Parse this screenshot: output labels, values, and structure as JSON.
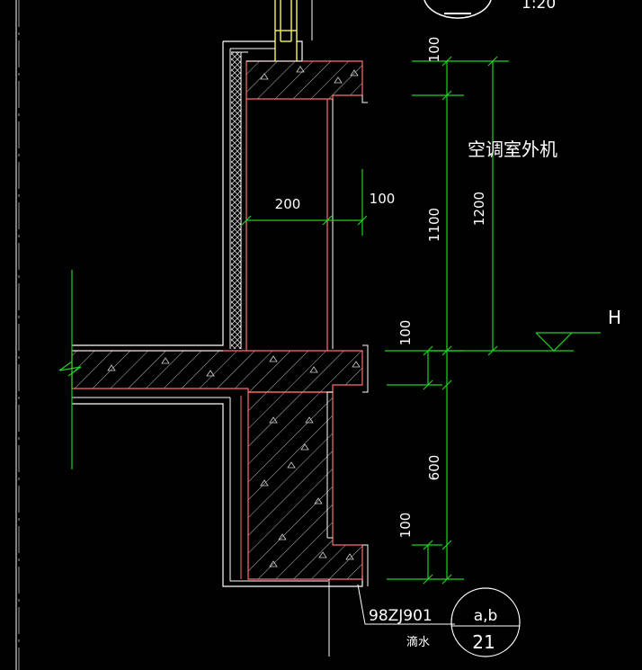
{
  "drawing": {
    "scale_fragment": "1:20",
    "label_outdoor_unit": "空调室外机",
    "level_mark": "H",
    "dimensions": {
      "top_100": "100",
      "d_1200": "1200",
      "d_1100": "1100",
      "d_200": "200",
      "d_100_right": "100",
      "mid_100": "100",
      "d_600": "600",
      "bottom_100": "100"
    },
    "reference": {
      "standard": "98ZJ901",
      "detail_code": "a,b",
      "sheet_number": "21",
      "note": "滴水"
    },
    "colors": {
      "background": "#000000",
      "outline": "#ffffff",
      "concrete_edge": "#ff6e6e",
      "hatch": "#bdbdbd",
      "dimension": "#22d022",
      "window": "#e8e84a"
    }
  }
}
